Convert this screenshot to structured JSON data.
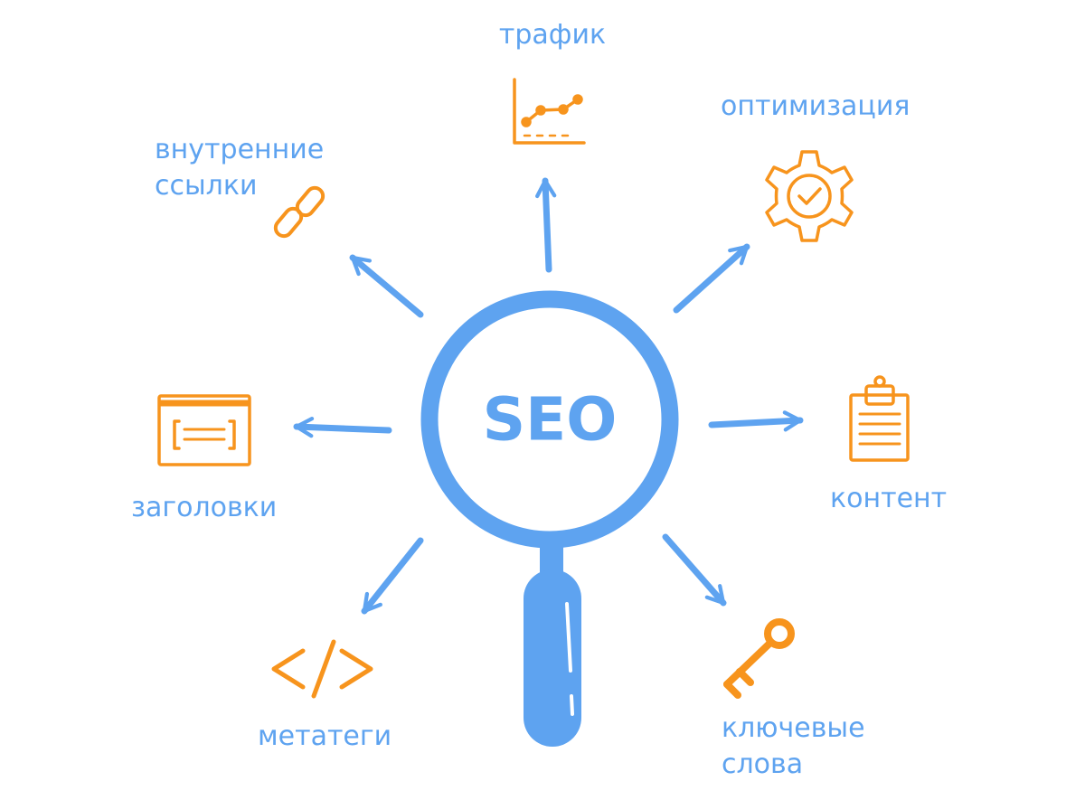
{
  "colors": {
    "blue": "#5ea3f0",
    "orange": "#f7941d",
    "background": "#ffffff"
  },
  "center": {
    "label": "SEO"
  },
  "nodes": [
    {
      "id": "traffic",
      "lines": [
        "трафик"
      ],
      "icon": "line-chart-icon"
    },
    {
      "id": "optimization",
      "lines": [
        "оптимизация"
      ],
      "icon": "gear-check-icon"
    },
    {
      "id": "content",
      "lines": [
        "контент"
      ],
      "icon": "clipboard-icon"
    },
    {
      "id": "keywords",
      "lines": [
        "ключевые",
        "слова"
      ],
      "icon": "key-icon"
    },
    {
      "id": "metatags",
      "lines": [
        "метатеги"
      ],
      "icon": "code-tag-icon"
    },
    {
      "id": "headings",
      "lines": [
        "заголовки"
      ],
      "icon": "browser-window-icon"
    },
    {
      "id": "internal-links",
      "lines": [
        "внутренние",
        "ссылки"
      ],
      "icon": "chain-link-icon"
    }
  ]
}
